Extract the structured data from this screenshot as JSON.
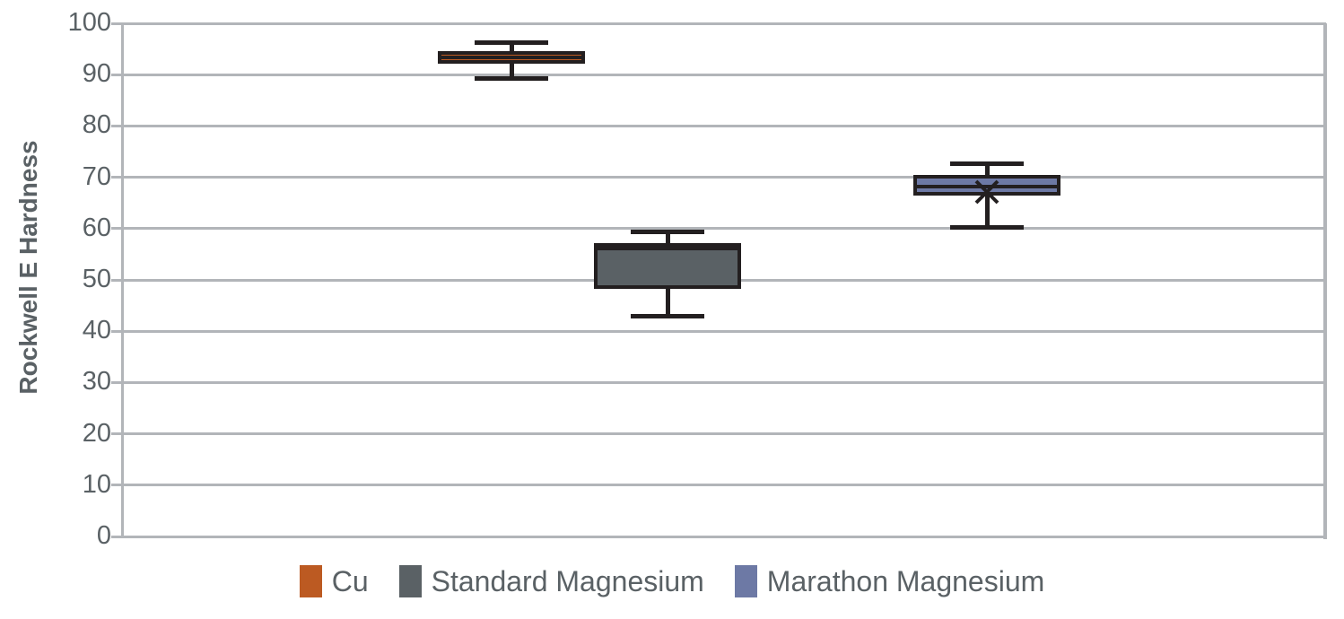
{
  "chart_data": {
    "type": "box",
    "title": "",
    "xlabel": "",
    "ylabel": "Rockwell E Hardness",
    "ylim": [
      0,
      100
    ],
    "ytick_step": 10,
    "yticks": [
      "100",
      "90",
      "80",
      "70",
      "60",
      "50",
      "40",
      "30",
      "20",
      "10",
      "0"
    ],
    "ytick_values": [
      100,
      90,
      80,
      70,
      60,
      50,
      40,
      30,
      20,
      10,
      0
    ],
    "grid": true,
    "legend_position": "bottom",
    "categories": [
      "Cu",
      "Standard Magnesium",
      "Marathon Magnesium"
    ],
    "series": [
      {
        "name": "Cu",
        "color": "#bc5a22",
        "whisker_low": 89.3,
        "q1": 92.1,
        "median": 93.4,
        "q3": 94.6,
        "whisker_high": 96.3,
        "mean": null
      },
      {
        "name": "Standard Magnesium",
        "color": "#5a6165",
        "whisker_low": 43.0,
        "q1": 48.3,
        "median": 56.2,
        "q3": 57.2,
        "whisker_high": 59.4,
        "mean": null
      },
      {
        "name": "Marathon Magnesium",
        "color": "#6d79a5",
        "whisker_low": 60.3,
        "q1": 66.5,
        "median": 68.2,
        "q3": 70.5,
        "whisker_high": 72.7,
        "mean": 67.1
      }
    ]
  },
  "axis": {
    "y_title": "Rockwell E Hardness",
    "y_labels": [
      "100",
      "90",
      "80",
      "70",
      "60",
      "50",
      "40",
      "30",
      "20",
      "10",
      "0"
    ]
  },
  "legend": {
    "items": [
      {
        "label": "Cu",
        "color": "#bc5a22"
      },
      {
        "label": "Standard Magnesium",
        "color": "#5a6165"
      },
      {
        "label": "Marathon Magnesium",
        "color": "#6d79a5"
      }
    ]
  },
  "colors": {
    "grid": "#b2b5b9",
    "outline": "#231f20",
    "text": "#5a6165",
    "background": "#ffffff"
  }
}
